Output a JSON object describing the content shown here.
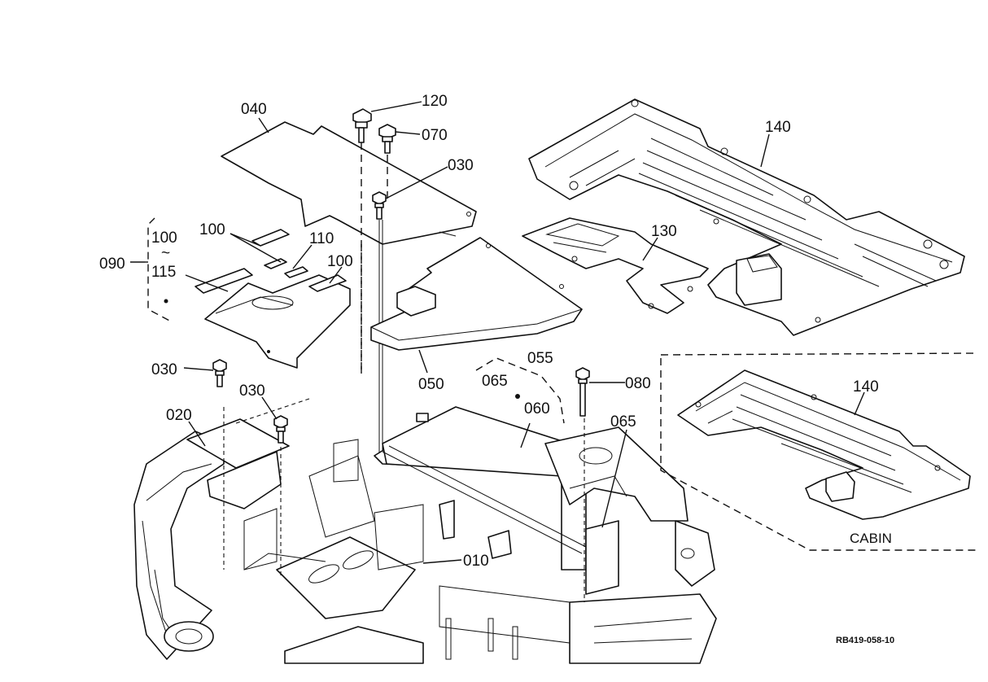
{
  "callouts": {
    "c120": "120",
    "c070": "070",
    "c030_top": "030",
    "c040": "040",
    "c140_top": "140",
    "c130": "130",
    "c100_a": "100",
    "c100_b": "100",
    "c100_c": "100",
    "c110": "110",
    "c090": "090",
    "c115": "115",
    "c090_tilde": "~",
    "c050": "050",
    "c055": "055",
    "c065_a": "065",
    "c030_mid": "030",
    "c030_low": "030",
    "c020": "020",
    "c060": "060",
    "c080": "080",
    "c065_b": "065",
    "c010": "010",
    "c140_cabin": "140"
  },
  "cabin_label": "CABIN",
  "drawing_code": "RB419-058-10"
}
